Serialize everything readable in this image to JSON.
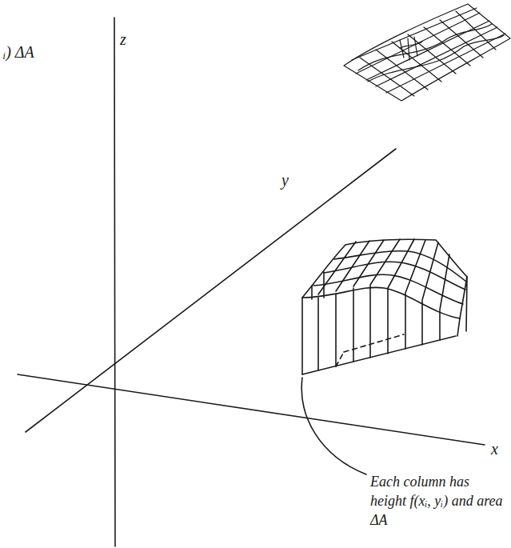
{
  "diagram": {
    "labels": [
      "ᵢ) ΔA",
      "z",
      "y",
      "x",
      "Each column has height f(xᵢ, yᵢ) and area ΔA"
    ]
  }
}
